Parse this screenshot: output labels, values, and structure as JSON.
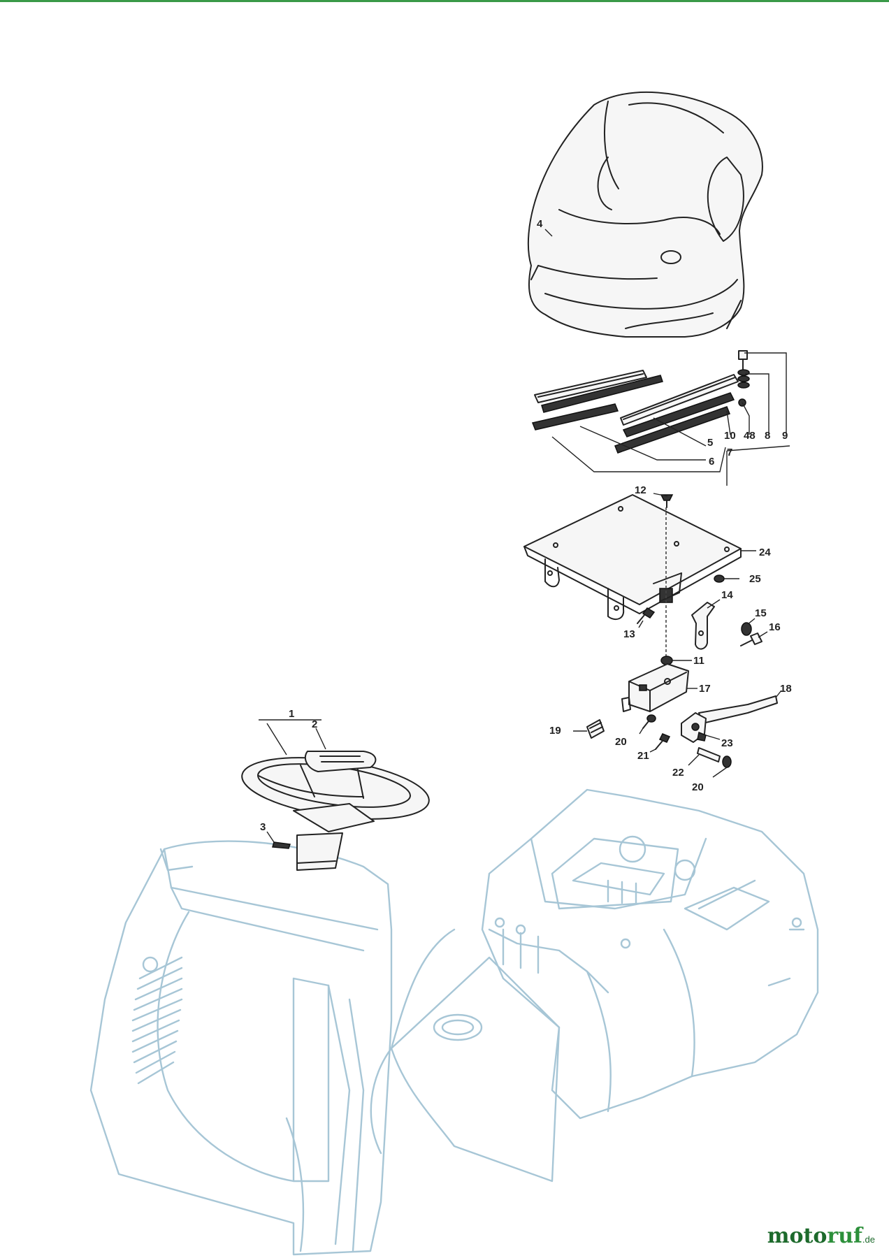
{
  "colors": {
    "top_rule": "#3a9a48",
    "body_outline": "#a7c6d6",
    "part_outline": "#222222",
    "brand_primary": "#1d6a2c",
    "brand_accent": "#2c8f3a"
  },
  "brand": {
    "part1": "moto",
    "part2": "ruf",
    "part3": ".de"
  },
  "callouts": [
    {
      "id": "c1",
      "label": "1"
    },
    {
      "id": "c2",
      "label": "2"
    },
    {
      "id": "c3",
      "label": "3"
    },
    {
      "id": "c4",
      "label": "4"
    },
    {
      "id": "c5",
      "label": "5"
    },
    {
      "id": "c6",
      "label": "6"
    },
    {
      "id": "c7",
      "label": "7"
    },
    {
      "id": "c8",
      "label": "8"
    },
    {
      "id": "c9",
      "label": "9"
    },
    {
      "id": "c10",
      "label": "10"
    },
    {
      "id": "c11",
      "label": "11"
    },
    {
      "id": "c12",
      "label": "12"
    },
    {
      "id": "c13",
      "label": "13"
    },
    {
      "id": "c14",
      "label": "14"
    },
    {
      "id": "c15",
      "label": "15"
    },
    {
      "id": "c16",
      "label": "16"
    },
    {
      "id": "c17",
      "label": "17"
    },
    {
      "id": "c18",
      "label": "18"
    },
    {
      "id": "c19",
      "label": "19"
    },
    {
      "id": "c20a",
      "label": "20"
    },
    {
      "id": "c20b",
      "label": "20"
    },
    {
      "id": "c21",
      "label": "21"
    },
    {
      "id": "c22",
      "label": "22"
    },
    {
      "id": "c23",
      "label": "23"
    },
    {
      "id": "c24",
      "label": "24"
    },
    {
      "id": "c25",
      "label": "25"
    },
    {
      "id": "c48",
      "label": "48"
    }
  ]
}
